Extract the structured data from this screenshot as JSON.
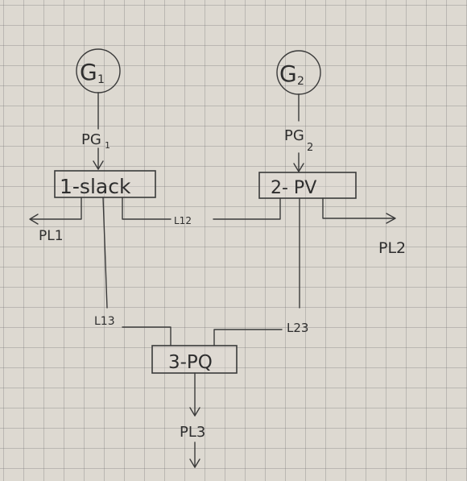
{
  "generators": [
    {
      "id": "g1",
      "label": "G",
      "sub": "1"
    },
    {
      "id": "g2",
      "label": "G",
      "sub": "2"
    }
  ],
  "injections": [
    {
      "id": "pg1",
      "label": "PG",
      "sub": "1"
    },
    {
      "id": "pg2",
      "label": "PG",
      "sub": "2"
    }
  ],
  "buses": [
    {
      "id": "bus1",
      "label": "1-slack"
    },
    {
      "id": "bus2",
      "label": "2- PV"
    },
    {
      "id": "bus3",
      "label": "3-PQ"
    }
  ],
  "lines": [
    {
      "id": "l12",
      "label": "L12"
    },
    {
      "id": "l13",
      "label": "L13"
    },
    {
      "id": "l23",
      "label": "L23"
    }
  ],
  "loads": [
    {
      "id": "pl1",
      "label": "PL1"
    },
    {
      "id": "pl2",
      "label": "PL2"
    },
    {
      "id": "pl3",
      "label": "PL3"
    }
  ],
  "colors": {
    "ink": "#2e2e2e",
    "paper": "#ddd9d1",
    "grid": "#8a8a8a"
  }
}
